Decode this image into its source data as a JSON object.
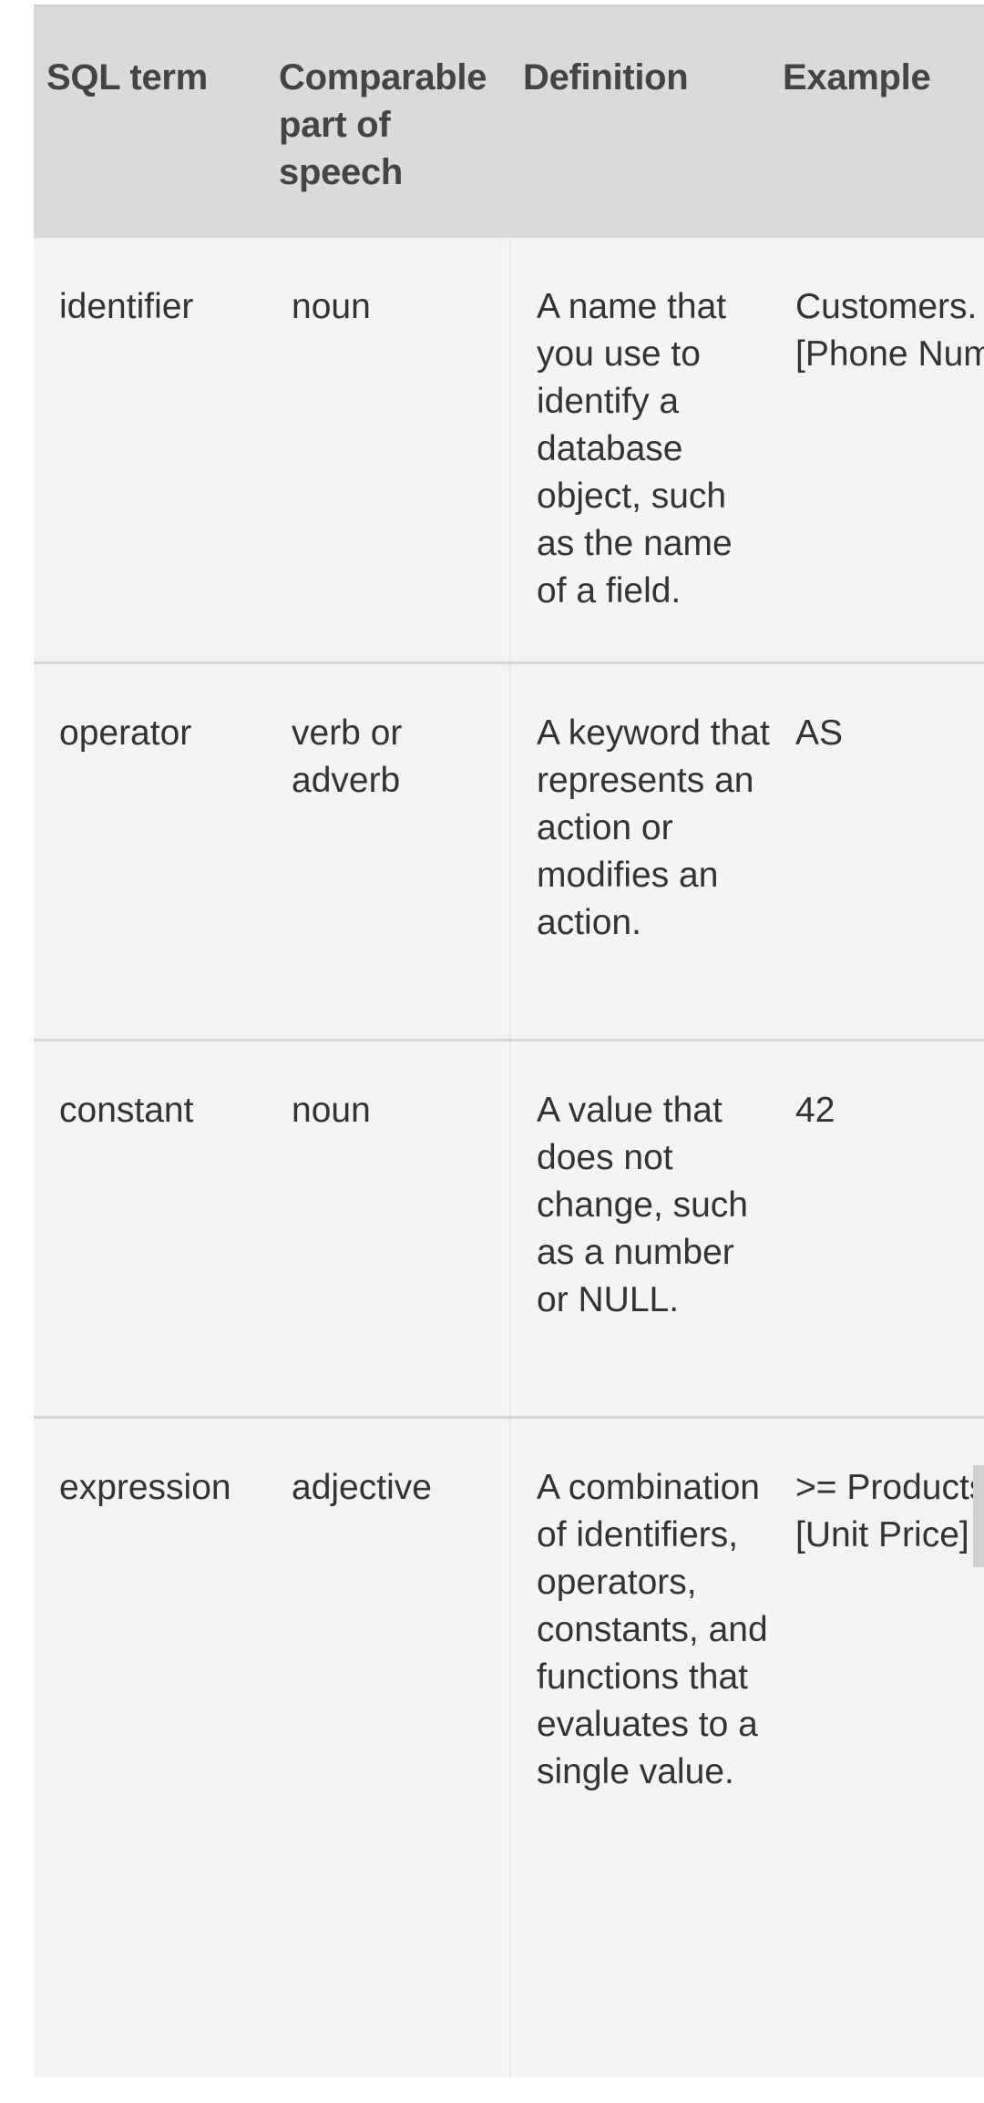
{
  "table": {
    "headers": [
      "SQL term",
      "Comparable part of speech",
      "Definition",
      "Example"
    ],
    "rows": [
      {
        "term": "identifier",
        "part_of_speech": "noun",
        "definition": "A name that you use to identify a database object, such as the name of a field.",
        "example": "Customers.[Phone Number]"
      },
      {
        "term": "operator",
        "part_of_speech": "verb or adverb",
        "definition": "A keyword that represents an action or modifies an action.",
        "example": "AS"
      },
      {
        "term": "constant",
        "part_of_speech": "noun",
        "definition": "A value that does not change, such as a number or NULL.",
        "example": "42"
      },
      {
        "term": "expression",
        "part_of_speech": "adjective",
        "definition": "A combination of identifiers, operators, constants, and functions that evaluates to a single value.",
        "example": ">= Products.[Unit Price]"
      }
    ]
  }
}
